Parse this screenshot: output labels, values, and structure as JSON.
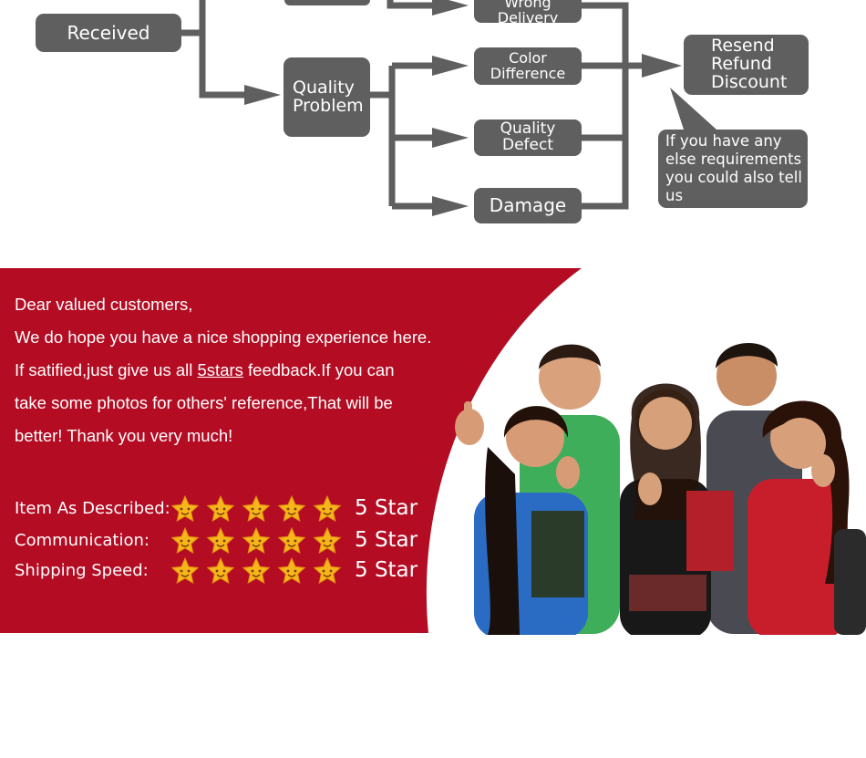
{
  "flowchart": {
    "received_label": "Received",
    "quality_problem_label": "Quality Problem",
    "wrong_delivery_label": "Wrong Delivery",
    "color_difference_label": "Color Difference",
    "quality_defect_label": "Quality Defect",
    "damage_label": "Damage",
    "solution_label": "Resend Refund Discount",
    "note_label": "If you have any else requirements you could also tell us"
  },
  "banner": {
    "greeting": "Dear valued customers,",
    "line1": "We do hope you have a nice shopping experience here.",
    "line2_before": "If satified,just give us all ",
    "line2_link": "5stars",
    "line2_after": " feedback.If you can",
    "line3": "take some photos for others' reference,That will be",
    "line4": "better! Thank you very much!",
    "ratings": [
      {
        "label": "Item As Described:",
        "stars": 5,
        "value": "5 Star"
      },
      {
        "label": "Communication:",
        "stars": 5,
        "value": "5 Star"
      },
      {
        "label": "Shipping Speed:",
        "stars": 5,
        "value": "5 Star"
      }
    ],
    "colors": {
      "banner_red": "#b30c23",
      "box_gray": "#5f5f5f",
      "star_gold": "#f6b51a"
    }
  }
}
